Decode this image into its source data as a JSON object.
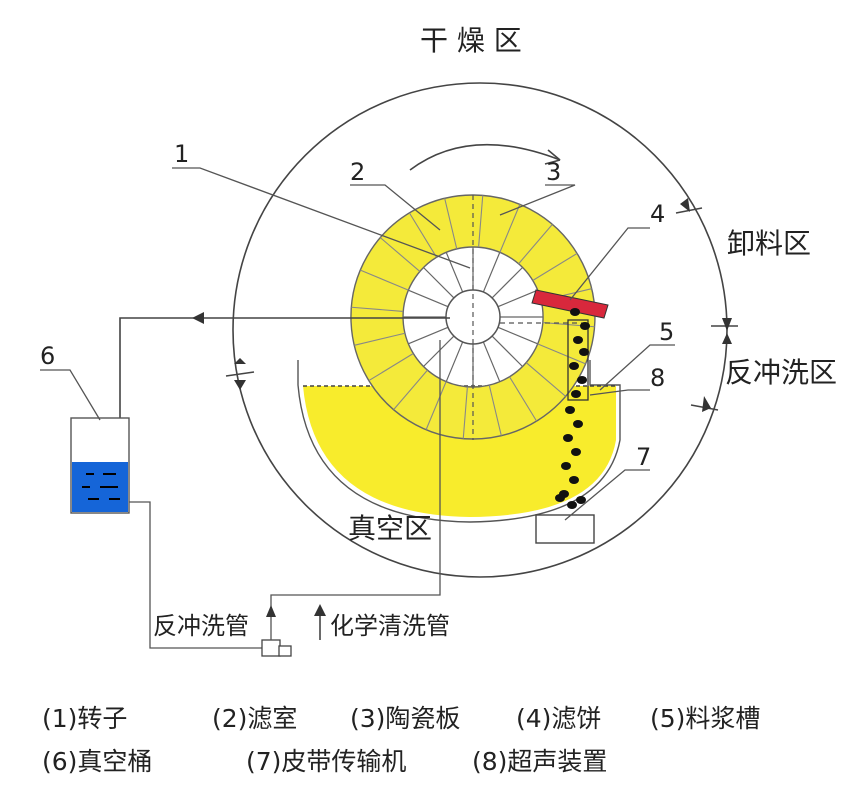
{
  "zones": {
    "dry": "干 燥 区",
    "unload": "卸料区",
    "backwash": "反冲洗区",
    "vacuum": "真空区"
  },
  "pipes": {
    "backwash_pipe": "反冲洗管",
    "chemical_pipe": "化学清洗管"
  },
  "callouts": [
    "1",
    "2",
    "3",
    "4",
    "5",
    "6",
    "7",
    "8"
  ],
  "legend": {
    "row1": [
      "(1)转子",
      "(2)滤室",
      "(3)陶瓷板",
      "(4)滤饼",
      "(5)料浆槽"
    ],
    "row2": [
      "(6)真空桶",
      "(7)皮带传输机",
      "(8)超声装置"
    ]
  },
  "colors": {
    "slurry": "#f8ec2c",
    "disc": "#f4ea3a",
    "scraper": "#d8283c",
    "vacuum_liquid": "#1565d8",
    "cake": "#111111"
  }
}
